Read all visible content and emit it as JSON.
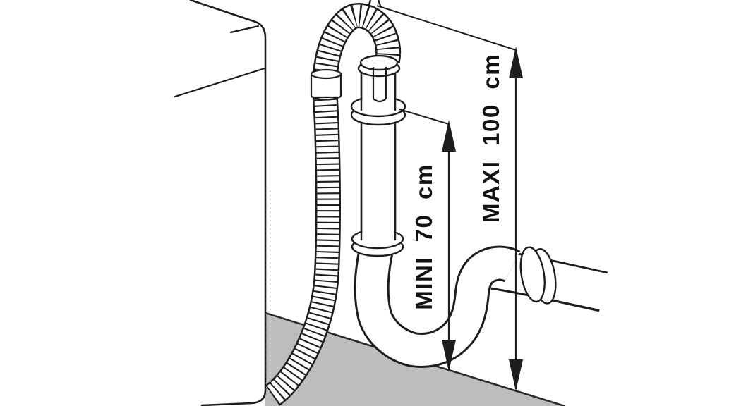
{
  "diagram": {
    "description": "Washing machine drain hose installation height diagram",
    "parts": [
      "washing-machine",
      "corrugated-drain-hose",
      "hose-sleeve-clamp",
      "standpipe",
      "standpipe-upper-collar",
      "standpipe-lower-collar",
      "siphon-trap",
      "wall-drain-pipe",
      "wall-pipe-flange",
      "floor"
    ]
  },
  "dimensions": {
    "mini": {
      "label": "MINI 70 cm",
      "value": 70,
      "unit": "cm"
    },
    "maxi": {
      "label": "MAXI 100 cm",
      "value": 100,
      "unit": "cm"
    }
  },
  "colors": {
    "background": "#ffffff",
    "line": "#1d1d1d",
    "floor": "#bcbebe",
    "floor_edge": "#2a2a2a",
    "faint_guide": "#cfcfcf"
  }
}
